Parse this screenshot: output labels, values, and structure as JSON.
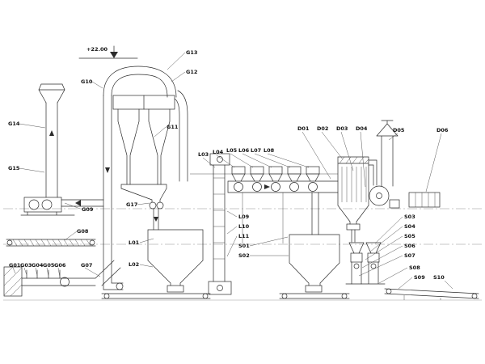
{
  "drawing": {
    "type": "process-flow-diagram",
    "elevation_marker": "+22.00"
  },
  "colors": {
    "ink": "#2b2b2b",
    "background": "#ffffff"
  },
  "labels": {
    "G01": "G01",
    "G03": "G03",
    "G04": "G04",
    "G05": "G05",
    "G06": "G06",
    "G07": "G07",
    "G08": "G08",
    "G09": "G09",
    "G10": "G10",
    "G11": "G11",
    "G12": "G12",
    "G13": "G13",
    "G14": "G14",
    "G15": "G15",
    "G17": "G17",
    "L01": "L01",
    "L02": "L02",
    "L03": "L03",
    "L04": "L04",
    "L05": "L05",
    "L06": "L06",
    "L07": "L07",
    "L08": "L08",
    "L09": "L09",
    "L10": "L10",
    "L11": "L11",
    "S01": "S01",
    "S02": "S02",
    "S03": "S03",
    "S04": "S04",
    "S05": "S05",
    "S06": "S06",
    "S07": "S07",
    "S08": "S08",
    "S09": "S09",
    "S10": "S10",
    "D01": "D01",
    "D02": "D02",
    "D03": "D03",
    "D04": "D04",
    "D05": "D05",
    "D06": "D06"
  }
}
